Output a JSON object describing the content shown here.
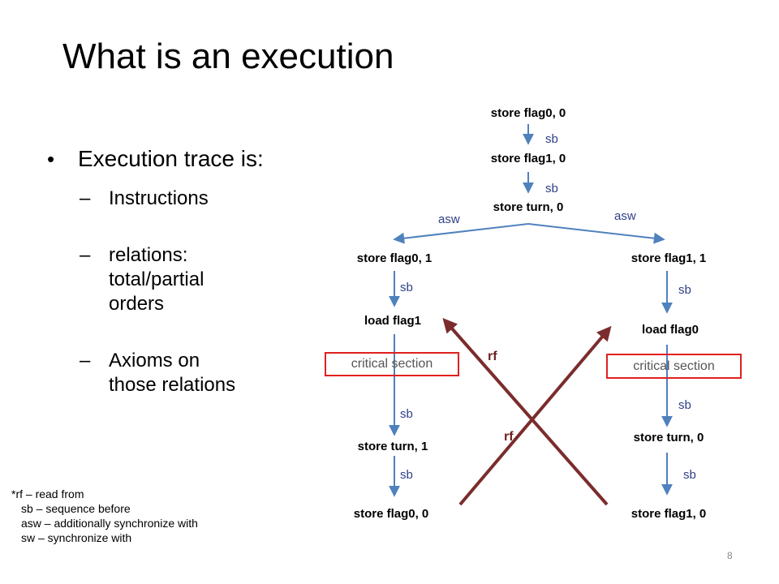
{
  "slide": {
    "title": "What is an execution",
    "page_number": "8"
  },
  "bullets": {
    "main": "Execution trace is:",
    "sub": [
      [
        "Instructions"
      ],
      [
        "relations:",
        "total/partial",
        "orders"
      ],
      [
        "Axioms on",
        "those relations"
      ]
    ]
  },
  "footnote": [
    "*rf – read from",
    "sb – sequence before",
    "asw – additionally synchronize with",
    "sw – synchronize with"
  ],
  "diagram": {
    "nodes": {
      "store_flag0_init": "store flag0, 0",
      "store_flag1_init": "store flag1, 0",
      "store_turn_init": "store turn, 0",
      "left_store_flag0": "store flag0, 1",
      "left_load_flag1": "load flag1",
      "left_critical": "critical section",
      "left_store_turn": "store turn, 1",
      "left_store_flag0_end": "store flag0, 0",
      "right_store_flag1": "store flag1, 1",
      "right_load_flag0": "load flag0",
      "right_critical": "critical section",
      "right_store_turn": "store turn, 0",
      "right_store_flag1_end": "store flag1, 0"
    },
    "edge_labels": {
      "sb": "sb",
      "asw": "asw",
      "rf": "rf"
    },
    "colors": {
      "sb_arrow": "#4f81bd",
      "rf_arrow": "#7b2c2c",
      "critical_border": "#e02020"
    }
  }
}
